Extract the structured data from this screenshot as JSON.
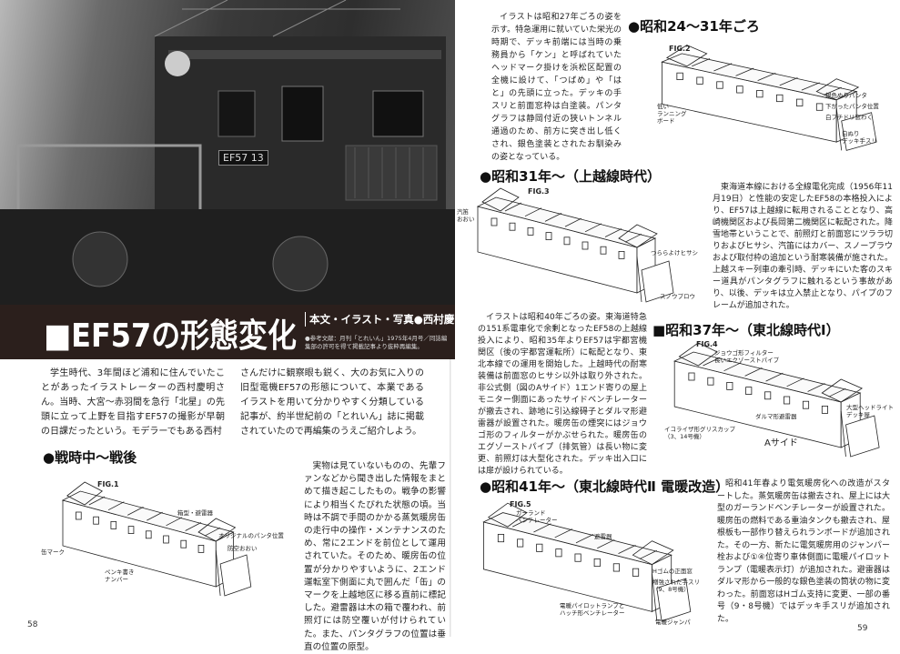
{
  "left_page": {
    "title": "■EF57の形態変化",
    "credit": "本文・イラスト・写真●西村慶明",
    "note": "●参考文献：月刊「とれいん」1975年4月号／同誌編集部の許可を得て掲載記事より抜粋再編集。",
    "photo_plate": "EF57 13",
    "intro_col1": "学生時代、3年間ほど浦和に住んでいたことがあったイラストレーターの西村慶明さん。当時、大宮～赤羽間を急行「北星」の先頭に立って上野を目指すEF57の撮影が早朝の日課だったという。モデラーでもある西村",
    "intro_col2": "さんだけに観察眼も鋭く、大のお気に入りの旧型電機EF57の形態について、本業であるイラストを用いて分かりやすく分類している記事が、約半世紀前の「とれいん」誌に掲載されていたので再編集のうえご紹介しよう。",
    "section1": {
      "heading": "●戦時中～戦後",
      "text": "実物は見ていないものの、先輩ファンなどから聞き出した情報をまとめて描き起こしたもの。戦争の影響により相当くたびれた状態の頃。当時は不調で手間のかかる蒸気暖房缶の走行中の操作・メンテナンスのため、常に2エンドを前位として運用されていた。そのため、暖房缶の位置が分かりやすいように、2エンド運転室下側面に丸で囲んだ「缶」のマークを上越地区に移る直前に標記した。避雷器は木の箱で覆われ、前照灯には防空覆いが付けられていた。また、パンタグラフの位置は垂直の位置の原型。",
      "fig": "FIG.1",
      "labels": [
        "缶マーク",
        "ペンキ書き\nナンバー",
        "箱型・避雷器",
        "オリジナルのパンタ位置",
        "防空おおい"
      ]
    },
    "page_number": "58"
  },
  "right_page": {
    "intro_text": "イラストは昭和27年ごろの姿を示す。特急運用に就いていた栄光の時期で、デッキ前端には当時の乗務員から「ケン」と呼ばれていたヘッドマーク掛けを浜松区配置の全機に設けて、「つばめ」や「はと」の先頭に立った。デッキの手スリと前面窓枠は白塗装。パンタグラフは静岡付近の狭いトンネル通過のため、前方に突き出し低くされ、銀色塗装とされたお馴染みの姿となっている。",
    "section2": {
      "heading": "●昭和24～31年ごろ",
      "fig": "FIG.2",
      "labels": [
        "低い\nランニング\nボード",
        "銀色ぬりパンタ",
        "下がったパンタ位置",
        "白フチドリ窓わく",
        "白ぬり\nデッキ手スリ"
      ]
    },
    "section3": {
      "heading": "●昭和31年～（上越線時代）",
      "fig": "FIG.3",
      "labels": [
        "汽笛\nおおい",
        "つららよけヒサシ",
        "スノウプロウ"
      ],
      "text": "東海道本線における全線電化完成（1956年11月19日）と性能の安定したEF58の本格投入により、EF57は上越線に転用されることとなり、高崎機関区および長岡第二機関区に転配された。降雪地帯ということで、前照灯と前面窓にツララ切りおよびヒサシ、汽笛にはカバー、スノープラウおよび取付枠の追加という耐寒装備が施された。上越スキー列車の牽引時、デッキにいた客のスキー道具がパンタグラフに触れるという事故があり、以後、デッキは立入禁止となり、パイプのフレームが追加された。"
    },
    "section4": {
      "heading": "■昭和37年～（東北線時代Ⅰ）",
      "fig": "FIG.4",
      "labels": [
        "ジョウゴ形フィルター\n長いエクゾーストパイプ",
        "ダルマ形避雷器",
        "イコライザ形グリスカップ\n（3、14号機）",
        "大型ヘッドライト\nデッキ屋",
        "Aサイド"
      ],
      "text": "イラストは昭和40年ごろの姿。東海道特急の151系電車化で余剰となったEF58の上越線投入により、昭和35年よりEF57は宇都宮機関区（後の宇都宮運転所）に転配となり、東北本線での運用を開始した。上越時代の耐寒装備は前面窓のヒサシ以外は取り外された。非公式側（図のAサイド）1エンド寄りの屋上モニター側面にあったサイドベンチレーターが撤去され、跡地に引込線碍子とダルマ形避雷器が設置された。暖房缶の煙突にはジョウゴ形のフィルターがかぶせられた。暖房缶のエグゾーストパイプ（排気管）は長い物に変更、前照灯は大型化された。デッキ出入口には扉が設けられている。"
    },
    "section5": {
      "heading": "●昭和41年～（東北線時代Ⅱ 電暖改造）",
      "fig": "FIG.5",
      "labels": [
        "ガーランド\nベンチレーター",
        "避雷器",
        "Hゴムの正面窓",
        "増強された手スリ\n（9、8号機）",
        "電暖パイロットランプと\nハッチ形ベンチレーター",
        "電暖ジャンパ"
      ],
      "text": "昭和41年春より電気暖房化への改造がスタートした。蒸気暖房缶は撤去され、屋上には大型のガーランドベンチレーターが設置された。暖房缶の燃料である重油タンクも撤去され、屋根板も一部作り替えられランボードが追加された。その一方、新たに電気暖房用のジャンパー栓および①④位寄り車体側面に電暖パイロットランプ（電暖表示灯）が追加された。避雷器はダルマ形から一般的な銀色塗装の筒状の物に変わった。前面窓はHゴム支持に変更、一部の番号（9・8号機）ではデッキ手スリが追加された。"
    },
    "page_number": "59"
  },
  "colors": {
    "title_bar": "#2b1f1c",
    "title_text": "#ffffff"
  }
}
